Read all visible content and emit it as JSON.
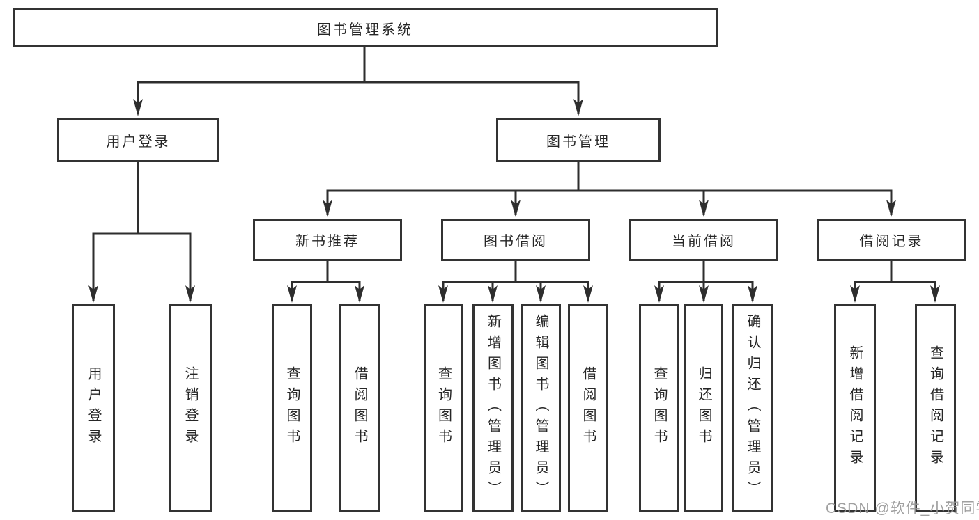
{
  "diagram": {
    "watermark": "CSDN @软件_小贺同学",
    "colors": {
      "background": "#ffffff",
      "box_border": "#333333",
      "line": "#2e2e2e",
      "text": "#262626",
      "watermark": "#969696"
    },
    "tree": {
      "root": "图书管理系统",
      "children": [
        {
          "label": "用户登录",
          "children": [
            "用户登录",
            "注销登录"
          ]
        },
        {
          "label": "图书管理",
          "children": [
            {
              "label": "新书推荐",
              "children": [
                "查询图书",
                "借阅图书"
              ]
            },
            {
              "label": "图书借阅",
              "children": [
                "查询图书",
                "新增图书（管理员）",
                "编辑图书（管理员）",
                "借阅图书"
              ]
            },
            {
              "label": "当前借阅",
              "children": [
                "查询图书",
                "归还图书",
                "确认归还（管理员）"
              ]
            },
            {
              "label": "借阅记录",
              "children": [
                "新增借阅记录",
                "查询借阅记录"
              ]
            }
          ]
        }
      ]
    }
  }
}
